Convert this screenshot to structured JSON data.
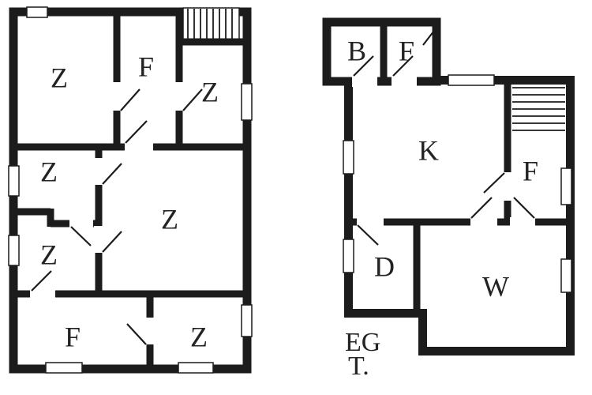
{
  "page": {
    "wall_color": "#1c1c1c",
    "floor_color": "#ffffff",
    "background": "#ffffff"
  },
  "buildings": {
    "left": {
      "rooms": {
        "z1": "Z",
        "f1": "F",
        "z2": "Z",
        "z3": "Z",
        "z4": "Z",
        "z5": "Z",
        "f2": "F",
        "z6": "Z"
      }
    },
    "right": {
      "rooms": {
        "b": "B",
        "f1": "F",
        "k": "K",
        "f2": "F",
        "d": "D",
        "w": "W"
      },
      "captions": {
        "line1": "EG",
        "line2": "T."
      }
    }
  }
}
